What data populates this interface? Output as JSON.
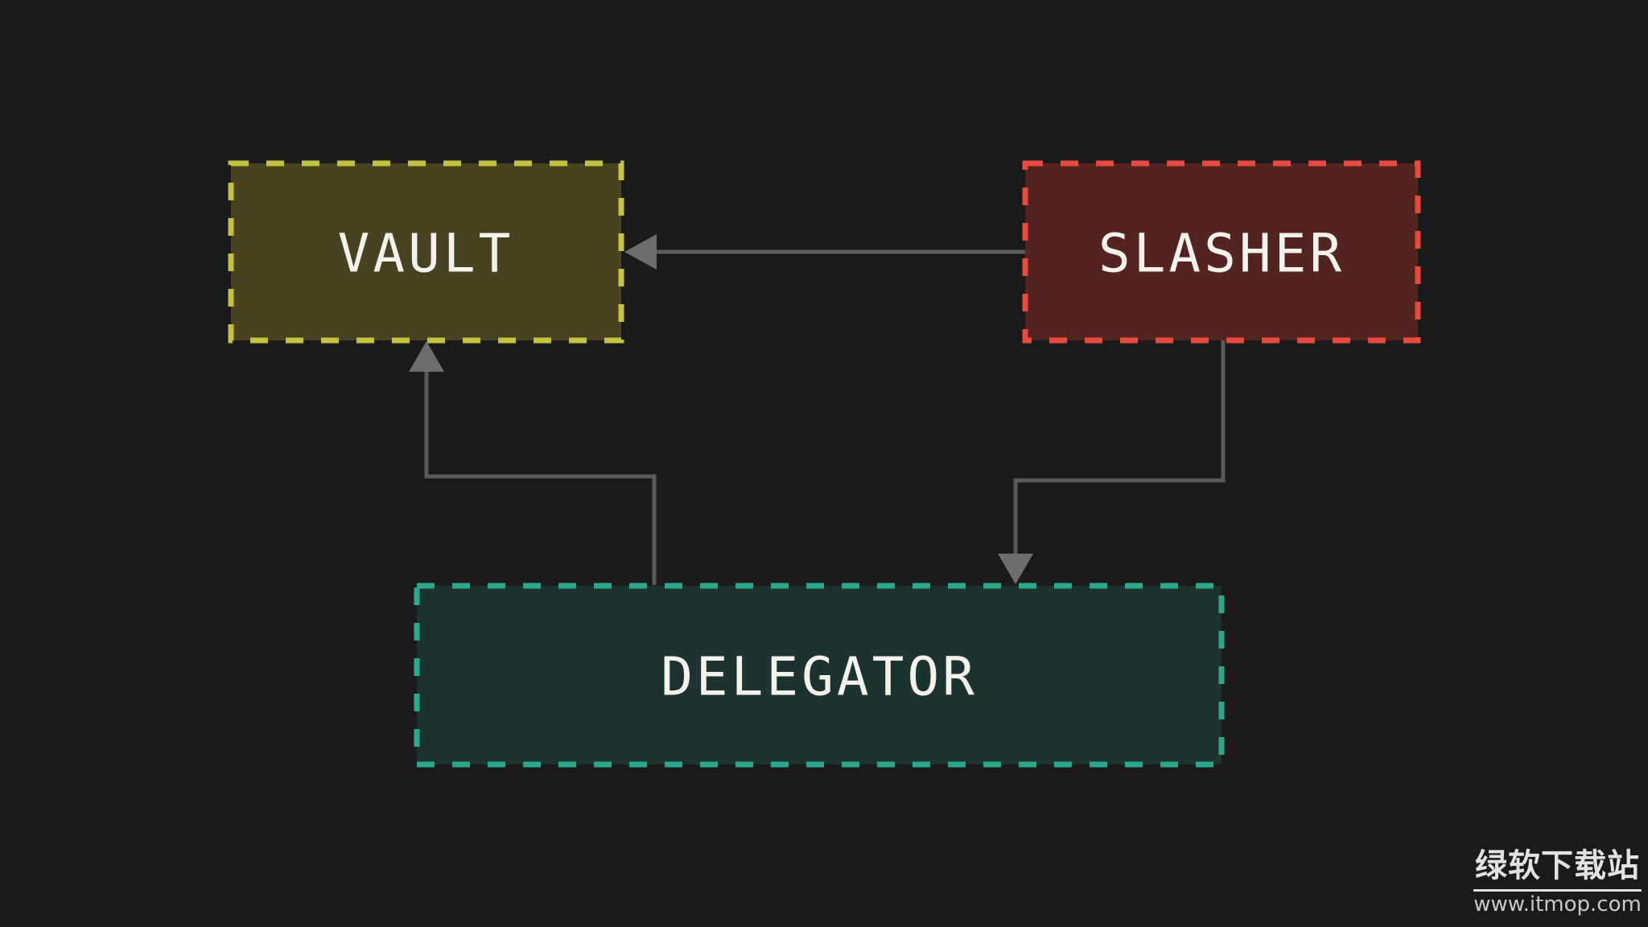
{
  "diagram": {
    "nodes": [
      {
        "id": "vault",
        "label": "VAULT"
      },
      {
        "id": "slasher",
        "label": "SLASHER"
      },
      {
        "id": "delegator",
        "label": "DELEGATOR"
      }
    ],
    "edges": [
      {
        "from": "slasher",
        "to": "vault",
        "arrow_at": "vault-right-edge",
        "style": "orthogonal"
      },
      {
        "from": "delegator",
        "to": "vault",
        "arrow_at": "vault-bottom-edge",
        "style": "orthogonal"
      },
      {
        "from": "slasher",
        "to": "delegator",
        "arrow_at": "delegator-top-edge",
        "style": "orthogonal"
      }
    ]
  },
  "watermark": {
    "site_name": "绿软下载站",
    "site_url": "www.itmop.com"
  },
  "colors": {
    "background": "#1a1a1a",
    "vault_fill": "#474320",
    "vault_border": "#c5c23d",
    "slasher_fill": "#542421",
    "slasher_border": "#e84a40",
    "delegator_fill": "#1d3330",
    "delegator_border": "#2ba78e",
    "connector_line": "#5a5a5a",
    "arrowhead": "#6d6d6d",
    "label_text": "#f4f2ec",
    "watermark_text": "#e2e2e2",
    "watermark_url_text": "#c9c9c9"
  }
}
